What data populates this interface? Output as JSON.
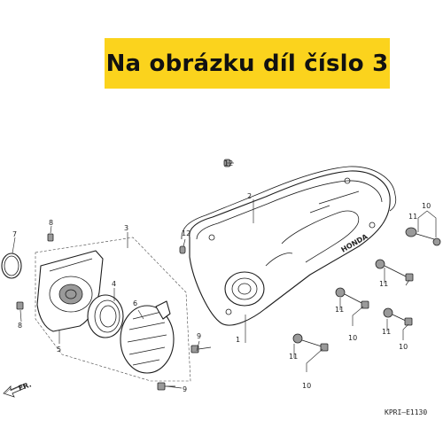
{
  "banner": {
    "text": "Na obrázku díl číslo 3"
  },
  "callouts": {
    "c1": "1",
    "c2": "2",
    "c3": "3",
    "c4": "4",
    "c5": "5",
    "c6": "6",
    "c7": "7",
    "c8a": "8",
    "c8b": "8",
    "c9a": "9",
    "c9b": "9",
    "c10a": "10",
    "c10b": "10",
    "c10c": "10",
    "c10d": "10",
    "c11a": "11",
    "c11b": "11",
    "c11c": "11",
    "c11d": "11",
    "c11e": "11",
    "c12a": "12",
    "c12b": "12"
  },
  "brand_mark": "HONDA",
  "front_arrow": "FR.",
  "diagram_code": "KPRI–E1130",
  "colors": {
    "banner": "#fbd31d",
    "line": "#1d1d1d"
  }
}
